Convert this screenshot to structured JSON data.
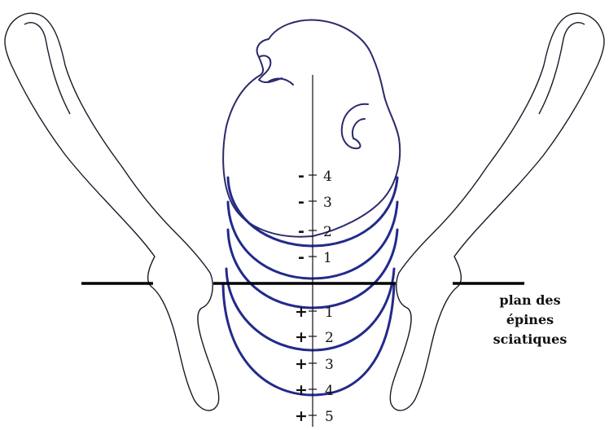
{
  "diagram": {
    "stations": [
      {
        "sign": "-",
        "number": "4"
      },
      {
        "sign": "-",
        "number": "3"
      },
      {
        "sign": "-",
        "number": "2"
      },
      {
        "sign": "-",
        "number": "1"
      },
      {
        "sign": "+",
        "number": "1"
      },
      {
        "sign": "+",
        "number": "2"
      },
      {
        "sign": "+",
        "number": "3"
      },
      {
        "sign": "+",
        "number": "4"
      },
      {
        "sign": "+",
        "number": "5"
      }
    ],
    "plane_label": {
      "line1": "plan des",
      "line2": "épines",
      "line3": "sciatiques"
    },
    "colors": {
      "arcs": "#232a8a",
      "outline": "#1a1a2a"
    }
  }
}
